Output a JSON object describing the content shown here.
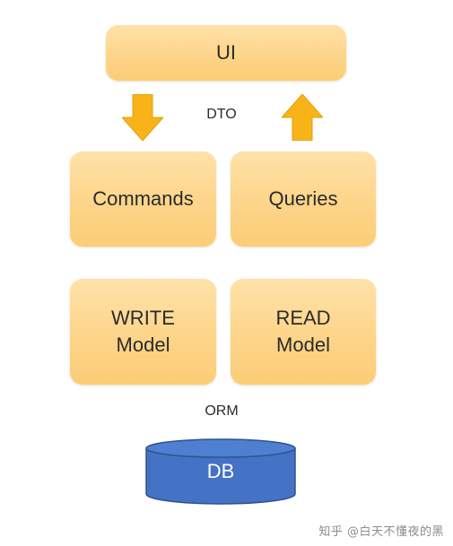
{
  "diagram": {
    "ui_label": "UI",
    "dto_label": "DTO",
    "commands_label": "Commands",
    "queries_label": "Queries",
    "write_model_line1": "WRITE",
    "write_model_line2": "Model",
    "read_model_line1": "READ",
    "read_model_line2": "Model",
    "orm_label": "ORM",
    "db_label": "DB"
  },
  "watermark": {
    "text": "知乎 @白天不懂夜的黑"
  },
  "colors": {
    "box_fill": "#fdd58a",
    "arrow_fill": "#f7b318",
    "db_fill": "#4472c4",
    "db_stroke": "#2f528f"
  },
  "icons": {
    "down_arrow": "arrow-down-icon",
    "up_arrow": "arrow-up-icon",
    "database": "database-cylinder-icon"
  }
}
